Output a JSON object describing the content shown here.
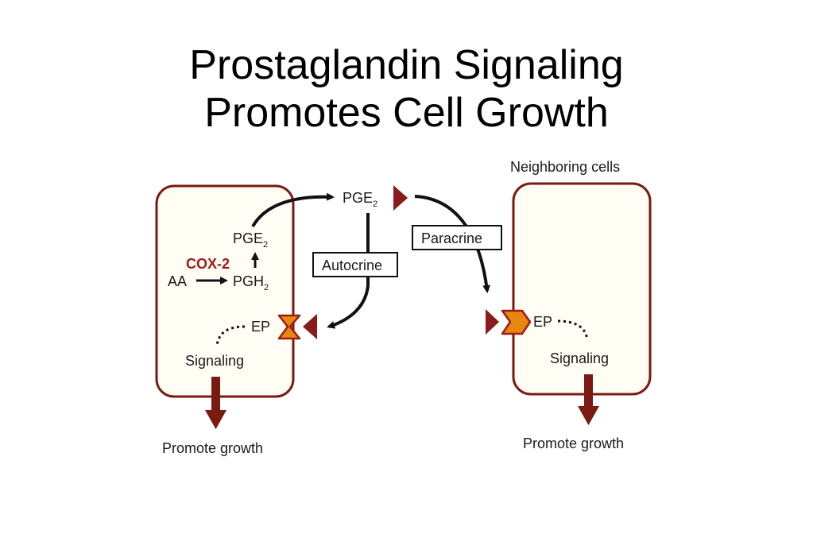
{
  "title": {
    "line1": "Prostaglandin Signaling",
    "line2": "Promotes Cell Growth"
  },
  "diagram": {
    "neighboring_label": "Neighboring cells",
    "left_cell": {
      "pge2": "PGE",
      "pge2_sub": "2",
      "enzyme": "COX-2",
      "substrate": "AA",
      "pgh2": "PGH",
      "pgh2_sub": "2",
      "receptor": "EP",
      "signaling": "Signaling",
      "outcome": "Promote growth"
    },
    "released": {
      "pge2": "PGE",
      "pge2_sub": "2"
    },
    "autocrine_label": "Autocrine",
    "paracrine_label": "Paracrine",
    "right_cell": {
      "receptor": "EP",
      "signaling": "Signaling",
      "outcome": "Promote growth"
    },
    "colors": {
      "cell_border": "#7a1a12",
      "cell_fill": "#fffdf4",
      "ligand": "#8b1a1a",
      "receptor_fill": "#e8870e",
      "receptor_stroke": "#9b1c1c",
      "enzyme": "#9b1c1c"
    }
  }
}
